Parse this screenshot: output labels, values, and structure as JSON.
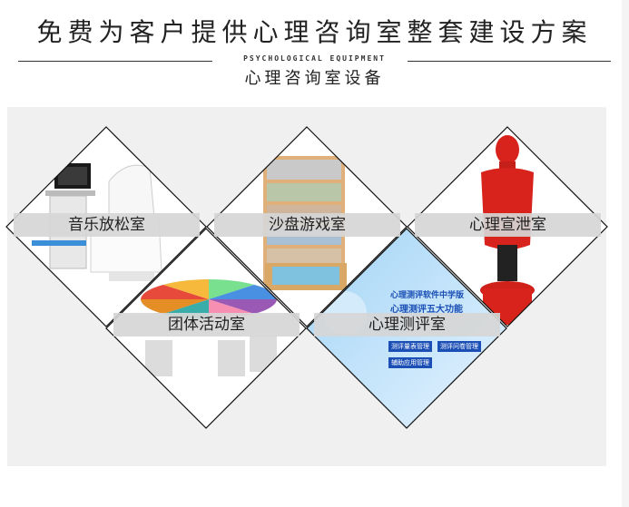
{
  "header": {
    "title": "免费为客户提供心理咨询室整套建设方案",
    "subtitle_en": "PSYCHOLOGICAL EQUIPMENT",
    "subtitle_cn": "心理咨询室设备"
  },
  "rooms": [
    {
      "label": "音乐放松室",
      "icon": "relaxation-chair"
    },
    {
      "label": "沙盘游戏室",
      "icon": "sandplay-shelf"
    },
    {
      "label": "心理宣泄室",
      "icon": "venting-dummy"
    },
    {
      "label": "团体活动室",
      "icon": "group-table"
    },
    {
      "label": "心理测评室",
      "icon": "assessment-software"
    }
  ],
  "software_screen": {
    "title": "心理测评软件中学版",
    "line2": "心理测评五大功能",
    "btn1": "测评量表管理",
    "btn2": "测评问卷管理",
    "btn3": "辅助应用管理"
  },
  "colors": {
    "panel": "#f0f0f0",
    "label_band": "#d9d9d9",
    "dummy_red": "#d8231c",
    "software_blue": "#1b4fb5"
  }
}
